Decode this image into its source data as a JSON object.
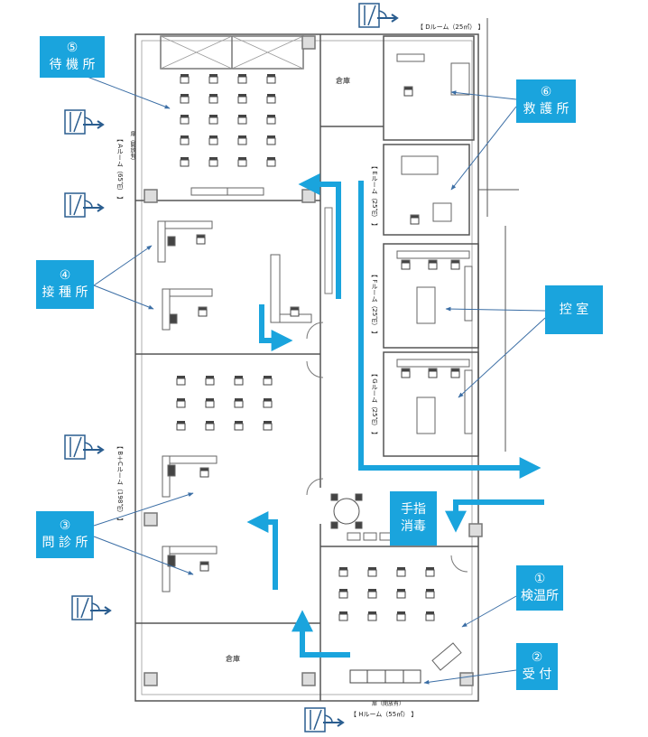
{
  "callouts": {
    "waiting": {
      "num": "⑤",
      "label": "待 機 所"
    },
    "rescue": {
      "num": "⑥",
      "label": "救 護 所"
    },
    "vaccination": {
      "num": "④",
      "label": "接 種 所"
    },
    "control": {
      "label": "控 室"
    },
    "consultation": {
      "num": "③",
      "label": "問 診 所"
    },
    "sanitize": {
      "line1": "手指",
      "line2": "消毒"
    },
    "temperature": {
      "num": "①",
      "label": "検温所"
    },
    "reception": {
      "num": "②",
      "label": "受 付"
    }
  },
  "rooms": {
    "storage_top": "倉庫",
    "storage_bottom": "倉庫",
    "d_room": "【 Dルーム（25㎡） 】",
    "h_room": "【 Hルーム（55㎡） 】",
    "a_room": "【 Aルーム（65㎡） 】",
    "bc_room": "【 B＋Cルーム（198㎡） 】",
    "e_room": "【 Eルーム（25㎡） 】",
    "f_room": "【 Fルーム（25㎡） 】",
    "g_room": "【 Gルーム（25㎡） 】",
    "door_note": "扉（開放有）",
    "door_note2": "扉（開放有）"
  },
  "colors": {
    "callout": "#1aa4dd",
    "arrow": "#1aa4dd",
    "wall": "#555555"
  },
  "icons": [
    "exit-door-icon"
  ]
}
